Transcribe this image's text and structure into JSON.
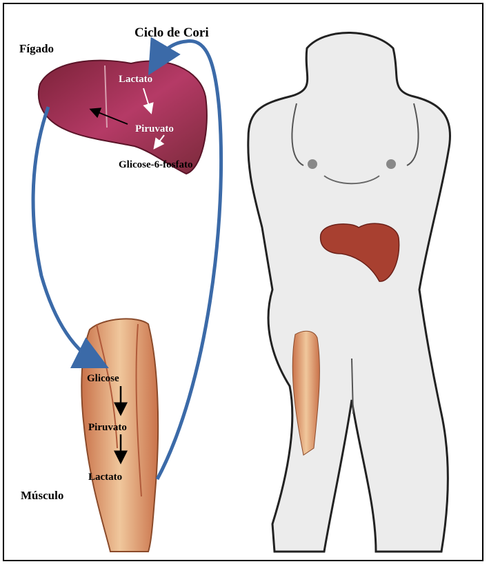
{
  "title": "Ciclo de Cori",
  "organs": {
    "liver": "Fígado",
    "muscle": "Músculo"
  },
  "liver_labels": {
    "lactate": "Lactato",
    "pyruvate": "Piruvato",
    "g6p": "Glicose-6-fosfato"
  },
  "muscle_labels": {
    "glucose": "Glicose",
    "pyruvate": "Piruvato",
    "lactate": "Lactato"
  },
  "colors": {
    "cycle_arrow": "#3b6aa8",
    "liver": "#9a2a52",
    "muscle": "#e8b98a",
    "body_outline": "#222222"
  }
}
